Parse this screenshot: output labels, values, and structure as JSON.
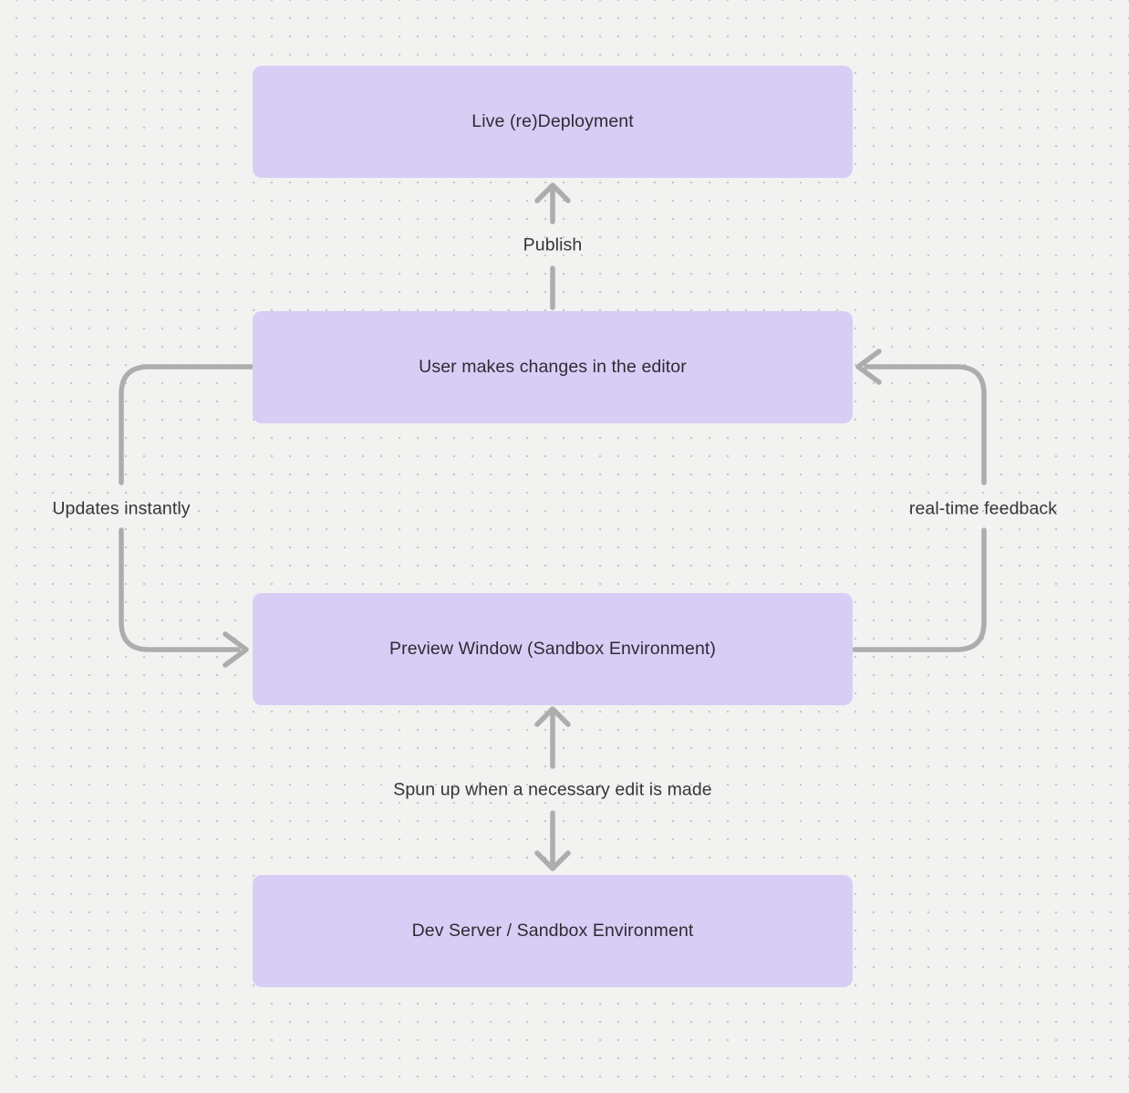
{
  "canvas": {
    "background_color": "#f2f2f1",
    "dot_color": "#c7c7c7"
  },
  "colors": {
    "node_fill": "#d8cdf4",
    "node_text": "#2e2b35",
    "connector_stroke": "#adadad",
    "label_text": "#363438"
  },
  "nodes": [
    {
      "id": "live-redeployment",
      "label": "Live (re)Deployment"
    },
    {
      "id": "user-changes",
      "label": "User makes changes in the editor"
    },
    {
      "id": "preview-window",
      "label": "Preview Window (Sandbox Environment)"
    },
    {
      "id": "dev-server",
      "label": "Dev Server / Sandbox Environment"
    }
  ],
  "edges": [
    {
      "id": "publish",
      "label": "Publish",
      "from": "user-changes",
      "to": "live-redeployment",
      "direction": "up"
    },
    {
      "id": "updates-instantly",
      "label": "Updates instantly",
      "from": "user-changes",
      "to": "preview-window",
      "direction": "down-left-loop"
    },
    {
      "id": "real-time-feedback",
      "label": "real-time feedback",
      "from": "preview-window",
      "to": "user-changes",
      "direction": "up-right-loop"
    },
    {
      "id": "spun-up",
      "label": "Spun up when a necessary edit is made",
      "from": "preview-window",
      "to": "dev-server",
      "direction": "bidirectional"
    }
  ]
}
